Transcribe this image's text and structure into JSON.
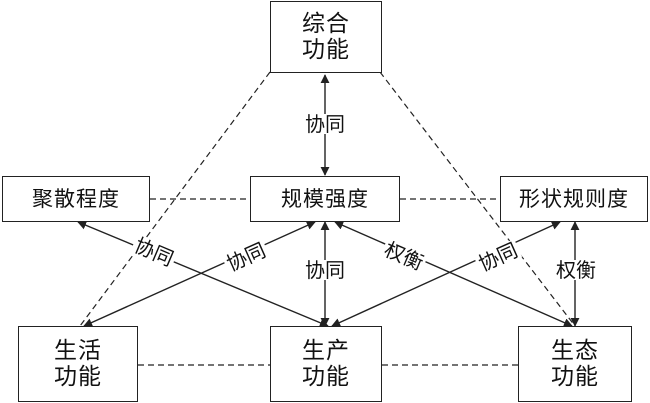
{
  "nodes": {
    "comprehensive": [
      "综合",
      "功能"
    ],
    "aggregation": "聚散程度",
    "intensity": "规模强度",
    "regularity": "形状规则度",
    "living": [
      "生活",
      "功能"
    ],
    "production": [
      "生产",
      "功能"
    ],
    "ecology": [
      "生态",
      "功能"
    ]
  },
  "relations": {
    "synergy": "协同",
    "tradeoff": "权衡"
  },
  "colors": {
    "stroke": "#222222",
    "text": "#111111",
    "background": "#ffffff"
  }
}
